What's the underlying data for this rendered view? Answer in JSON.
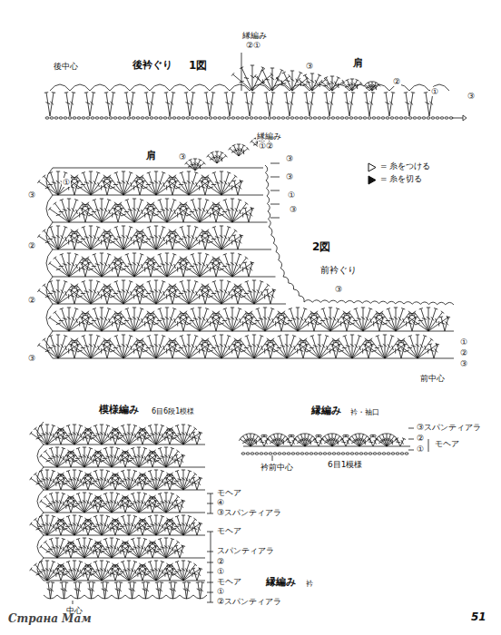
{
  "diagram": {
    "labels": [
      "後中心",
      "後衿ぐり",
      "1図",
      "縁編み",
      "②①",
      "③",
      "肩",
      "②",
      "①",
      "③",
      "縁編み",
      "①②",
      "肩",
      "③",
      "③",
      "③",
      "①",
      "③",
      "①",
      "③",
      "②",
      "②",
      "③",
      "2図",
      "前衿ぐり",
      "③",
      "①",
      "②",
      "③",
      "前中心",
      "模様編み",
      "6目6段1模様",
      "モヘア",
      "④",
      "③スパンティアラ",
      "モヘア",
      "スパンティアラ",
      "②",
      "①",
      "モヘア",
      "①",
      "②スパンティアラ",
      "中心",
      "縁編み",
      "衿",
      "縁編み",
      "衿・袖口",
      "③スパンティアラ",
      "②",
      "①",
      "モヘア",
      "衿前中心",
      "6目1模様",
      "51",
      "Страна Мам"
    ],
    "legend": [
      {
        "text": "= 糸をつける"
      },
      {
        "text": "= 糸を切る"
      }
    ]
  }
}
